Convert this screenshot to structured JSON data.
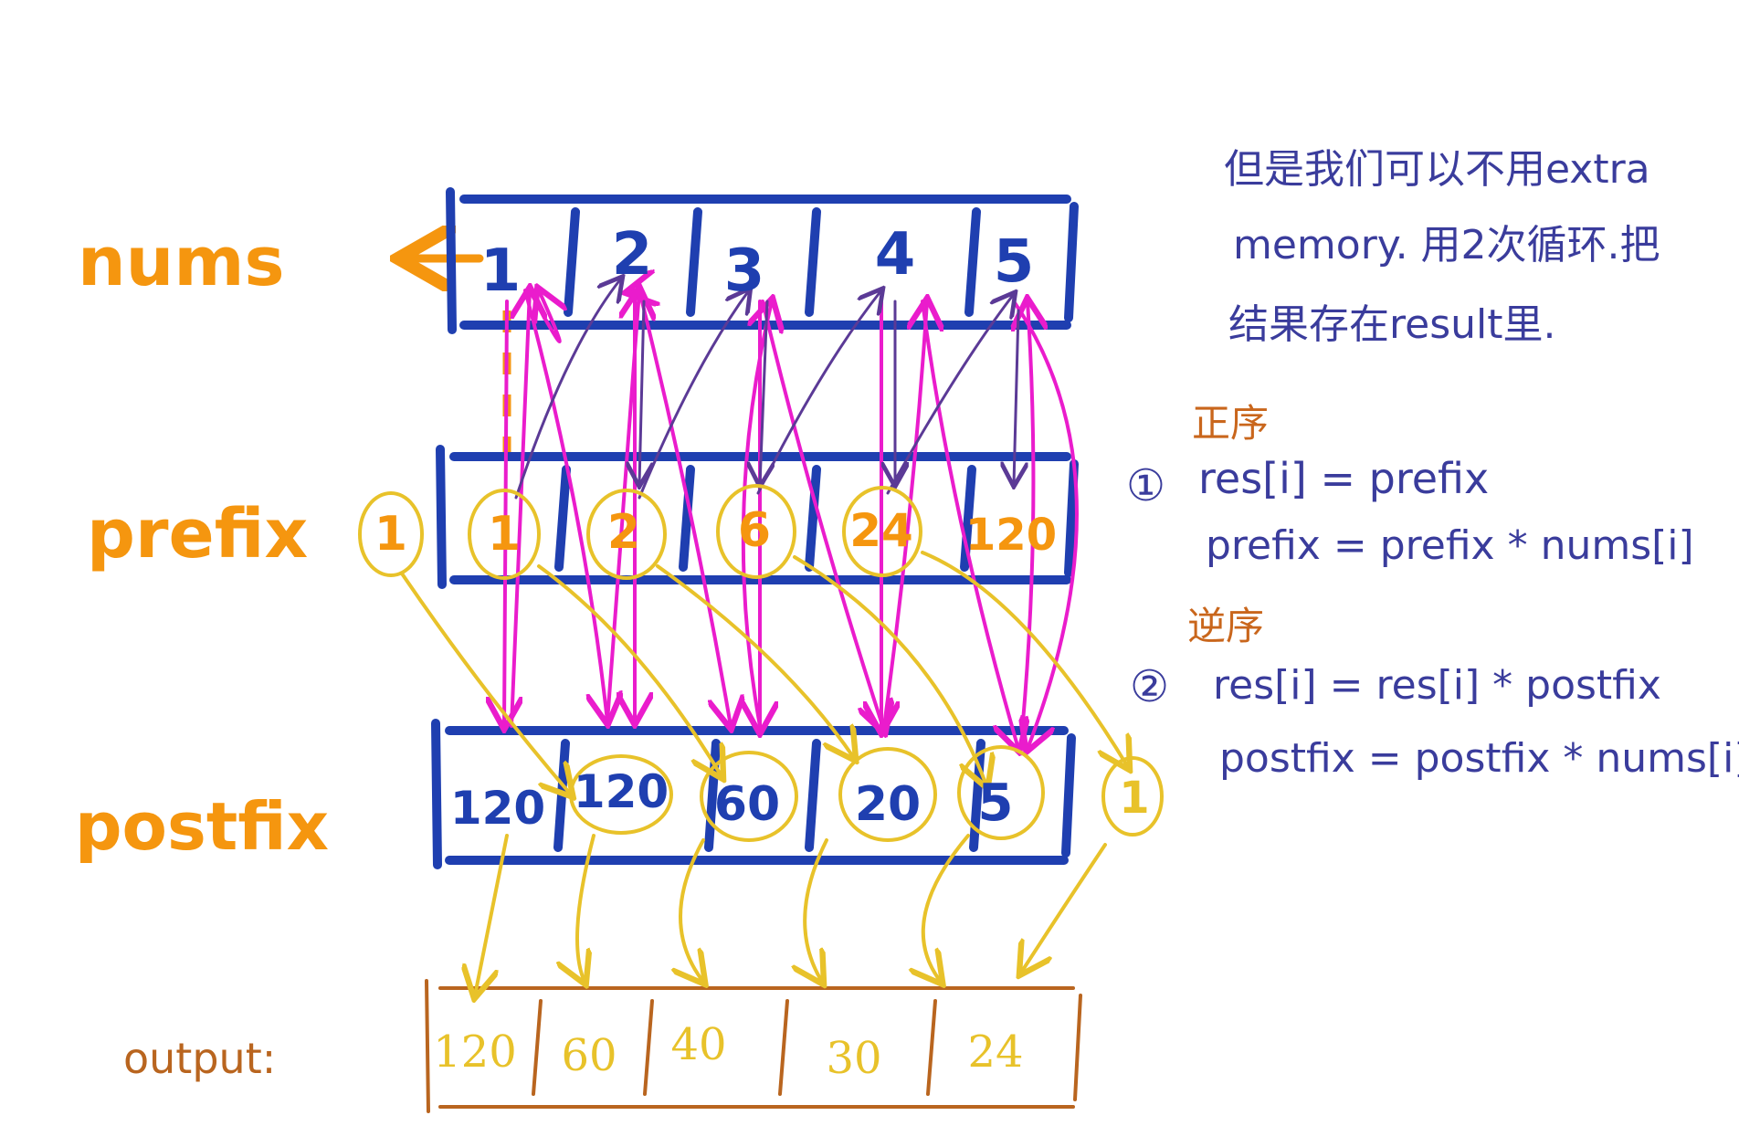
{
  "colors": {
    "blue": "#1f3fb0",
    "orange": "#f5960f",
    "yellow": "#e8c22a",
    "magenta": "#ea1ccc",
    "purple": "#5b3a96",
    "brown": "#b9651f",
    "noteBlue": "#3a3c9c",
    "noteOrange": "#c9661c"
  },
  "labels": {
    "nums": "nums",
    "prefix": "prefix",
    "postfix": "postfix",
    "output": "output:"
  },
  "nums": [
    "1",
    "2",
    "3",
    "4",
    "5"
  ],
  "prefix_outside": "1",
  "prefix": [
    "1",
    "2",
    "6",
    "24",
    "120"
  ],
  "postfix": [
    "120",
    "120",
    "60",
    "20",
    "5"
  ],
  "postfix_outside": "1",
  "output": [
    "120",
    "60",
    "40",
    "30",
    "24"
  ],
  "notes": {
    "intro": [
      "但是我们可以不用extra",
      "memory. 用2次循环.把",
      "结果存在result里."
    ],
    "forward_heading": "正序",
    "forward_marker": "①",
    "forward_lines": [
      "res[i] = prefix",
      "prefix = prefix * nums[i]"
    ],
    "backward_heading": "逆序",
    "backward_marker": "②",
    "backward_lines": [
      "res[i] = res[i] * postfix",
      "postfix = postfix * nums[i]"
    ]
  }
}
